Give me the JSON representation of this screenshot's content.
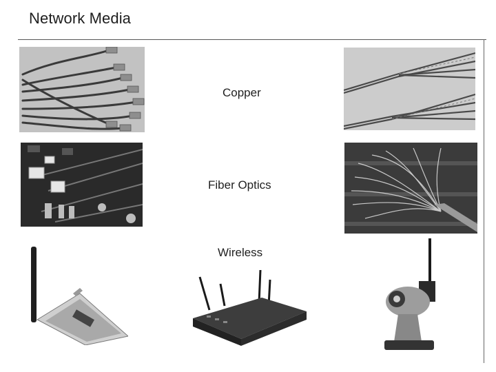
{
  "slide": {
    "title": "Network Media",
    "rows": [
      {
        "label": "Copper"
      },
      {
        "label": "Fiber Optics"
      },
      {
        "label": "Wireless"
      }
    ]
  },
  "images": {
    "copper_left": "patch-cables-photo",
    "copper_right": "twisted-pair-photo",
    "fiber_left": "fiber-connectors-photo",
    "fiber_right": "fiber-strands-photo",
    "wireless_left": "wireless-nic-photo",
    "wireless_center": "wireless-router-photo",
    "wireless_right": "wireless-webcam-photo"
  }
}
